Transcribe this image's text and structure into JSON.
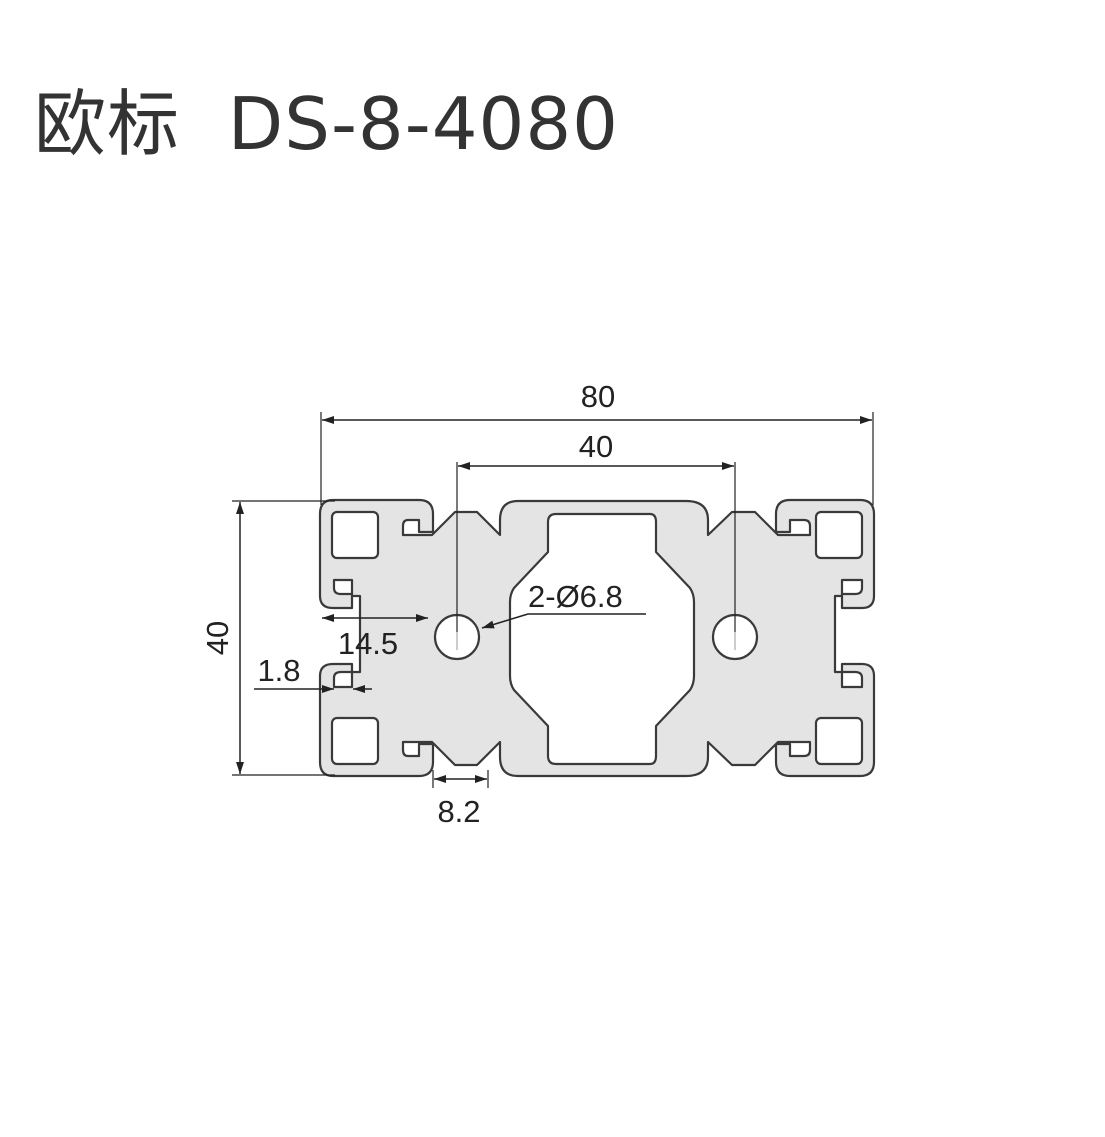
{
  "title": {
    "prefix": "欧标",
    "model": "DS-8-4080"
  },
  "dimensions": {
    "overall_width": "80",
    "hole_spacing": "40",
    "height": "40",
    "web_offset": "14.5",
    "wall_thickness": "1.8",
    "slot_width": "8.2",
    "hole_spec": "2-Ø6.8"
  }
}
